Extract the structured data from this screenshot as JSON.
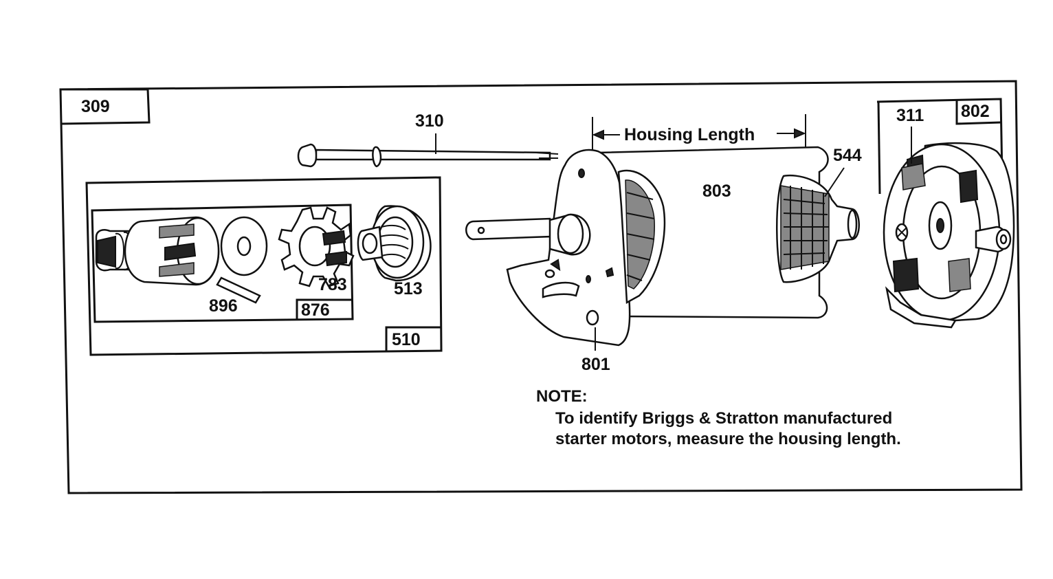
{
  "diagram": {
    "boxes": {
      "outer": "309",
      "pinion_assembly": "510",
      "gear_kit": "876",
      "end_cap": "802"
    },
    "labels": {
      "bolt": "310",
      "housing_length": "Housing Length",
      "housing": "803",
      "armature": "544",
      "brush": "311",
      "drive_nut": "513",
      "gear": "783",
      "pin": "896",
      "end_plate": "801"
    },
    "note": {
      "title": "NOTE:",
      "line1": "To identify Briggs & Stratton manufactured",
      "line2": "starter motors, measure the housing length."
    }
  }
}
